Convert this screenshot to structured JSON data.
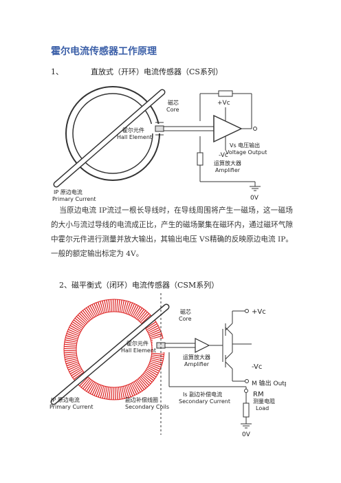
{
  "title": "霍尔电流传感器工作原理",
  "section1": {
    "number": "1、",
    "heading": "直放式（开环）电流传感器（CS系列）"
  },
  "figure1": {
    "core_cn": "磁芯",
    "core_en": "Core",
    "hall_cn": "霍尔元件",
    "hall_en": "Hall Element",
    "vc_plus": "+Vc",
    "vc_minus": "-Vc",
    "amp_cn": "运算放大器",
    "amp_en": "Amplifier",
    "vs_label": "Vs 电压输出",
    "vs_en": "Voltage Output",
    "ip_label": "IP 原边电流",
    "ip_en": "Primary Current",
    "gnd": "0V"
  },
  "paragraph": "当原边电流 IP流过一根长导线时，在导线周围将产生一磁场，这一磁场的大小与流过导线的电流成正比，产生的磁场聚集在磁环内，通过磁环气隙中霍尔元件进行测量并放大输出，其输出电压 VS精确的反映原边电流 IP。一般的额定输出标定为 4V。",
  "section2": {
    "heading": "2、磁平衡式（闭环）电流传感器（CSM系列）"
  },
  "figure2": {
    "core_cn": "磁芯",
    "core_en": "Core",
    "hall_cn": "霍尔元件",
    "hall_en": "Hall Element",
    "amp_cn": "运算放大器",
    "amp_en": "Amplifier",
    "vc_plus": "+Vc",
    "vc_minus": "-Vc",
    "m_label": "M 输出 Output",
    "rm_label": "RM",
    "rm_cn": "测量电阻",
    "rm_en": "Load",
    "is_label": "Is 副边补偿电流",
    "is_en": "Secondary Current",
    "ip_label": "IP 原边电流",
    "ip_en": "Primary Current",
    "coil_cn": "副边补偿线圈",
    "coil_en": "Secondary Coils",
    "gnd": "0V"
  }
}
